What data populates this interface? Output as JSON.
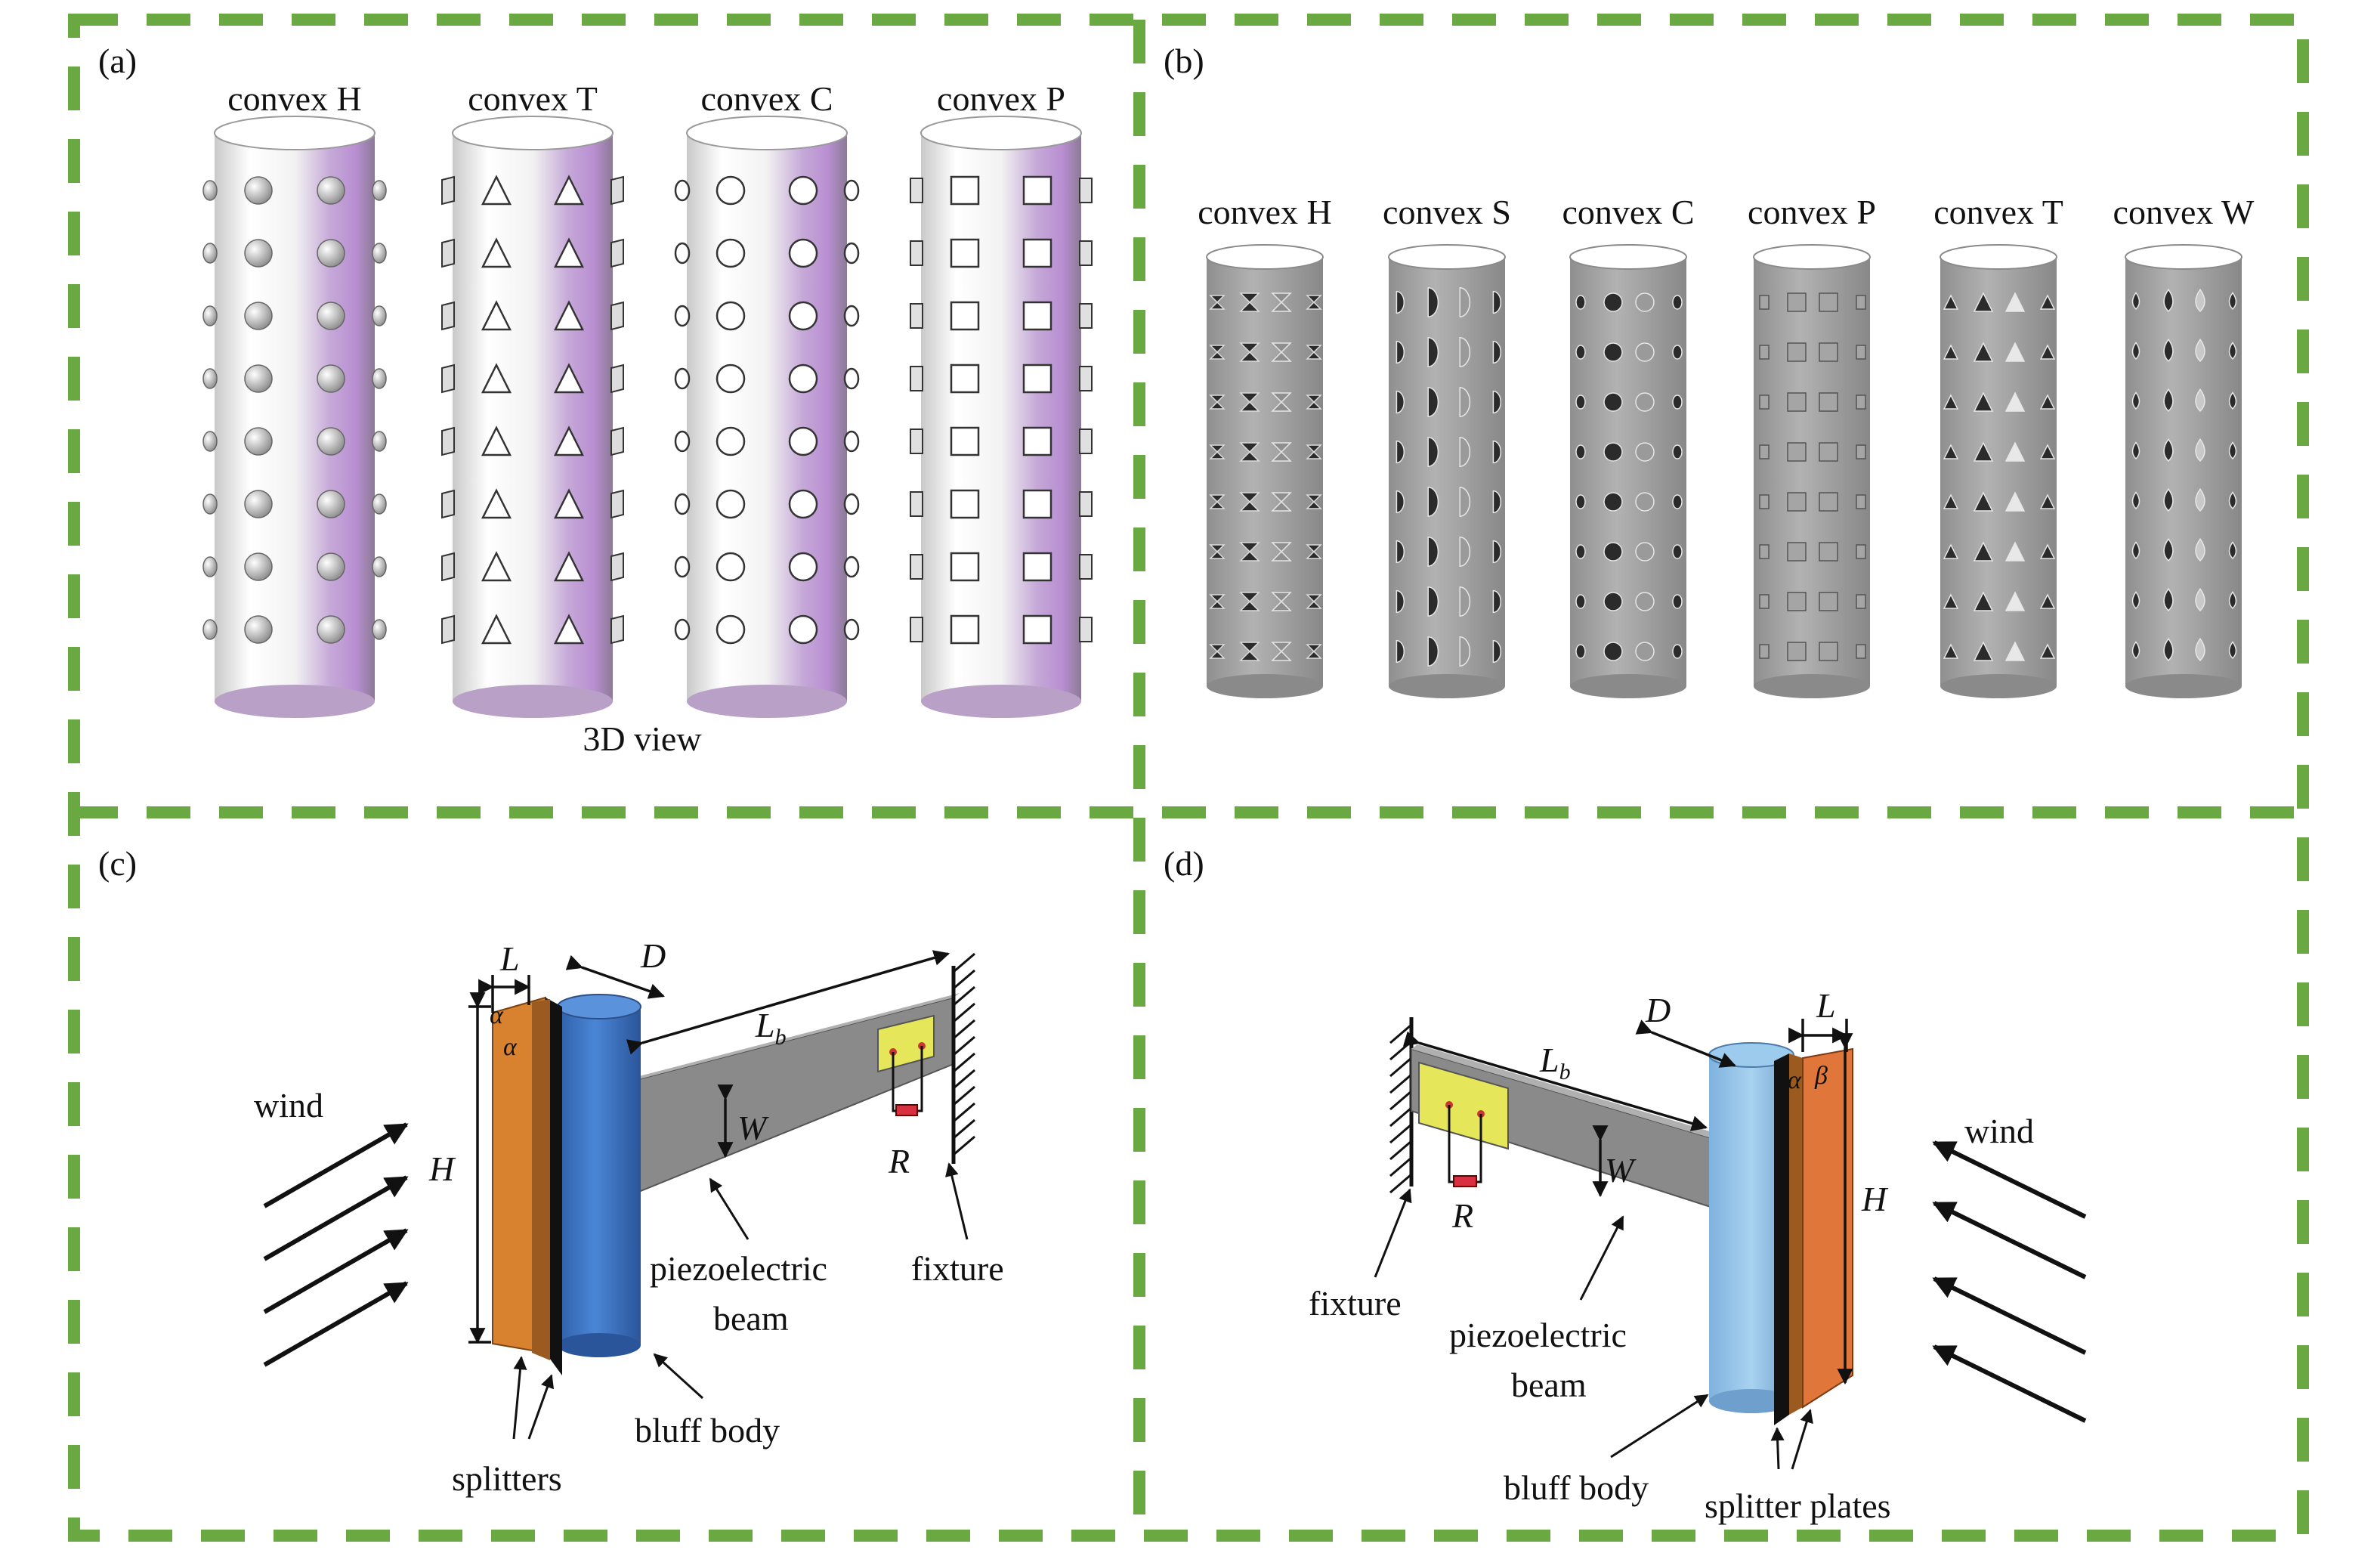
{
  "panels": {
    "a": {
      "tag": "(a)",
      "labels": [
        "convex H",
        "convex T",
        "convex C",
        "convex P"
      ],
      "shapes": [
        "sphere",
        "triangle",
        "circle",
        "square"
      ],
      "caption": "3D view"
    },
    "b": {
      "tag": "(b)",
      "labels": [
        "convex H",
        "convex S",
        "convex C",
        "convex P",
        "convex T",
        "convex W"
      ],
      "shapes": [
        "hourglass",
        "semicircle",
        "circle",
        "square",
        "triangle",
        "drop"
      ]
    },
    "c": {
      "tag": "(c)",
      "wind": "wind",
      "dims": {
        "L": "L",
        "D": "D",
        "Lb_main": "L",
        "Lb_sub": "b",
        "W": "W",
        "H": "H",
        "R": "R",
        "alpha": "α"
      },
      "leaders": {
        "beam_line1": "piezoelectric",
        "beam_line2": "beam",
        "fixture": "fixture",
        "bluff": "bluff body",
        "splitters": "splitters"
      }
    },
    "d": {
      "tag": "(d)",
      "wind": "wind",
      "dims": {
        "L": "L",
        "D": "D",
        "Lb_main": "L",
        "Lb_sub": "b",
        "W": "W",
        "H": "H",
        "R": "R",
        "alpha": "α",
        "beta": "β"
      },
      "leaders": {
        "fixture": "fixture",
        "beam_line1": "piezoelectric",
        "beam_line2": "beam",
        "bluff": "bluff body",
        "splitters": "splitter plates"
      }
    }
  },
  "colors": {
    "frame": "#6aa842",
    "blue_body": "#3f78c8",
    "light_blue_body": "#8fc0e6",
    "orange_plate": "#d8812e",
    "beam": "#8a8a8a",
    "pzt": "#e6e65a",
    "resistor": "#d83040",
    "lavender": "#c29bd6"
  }
}
